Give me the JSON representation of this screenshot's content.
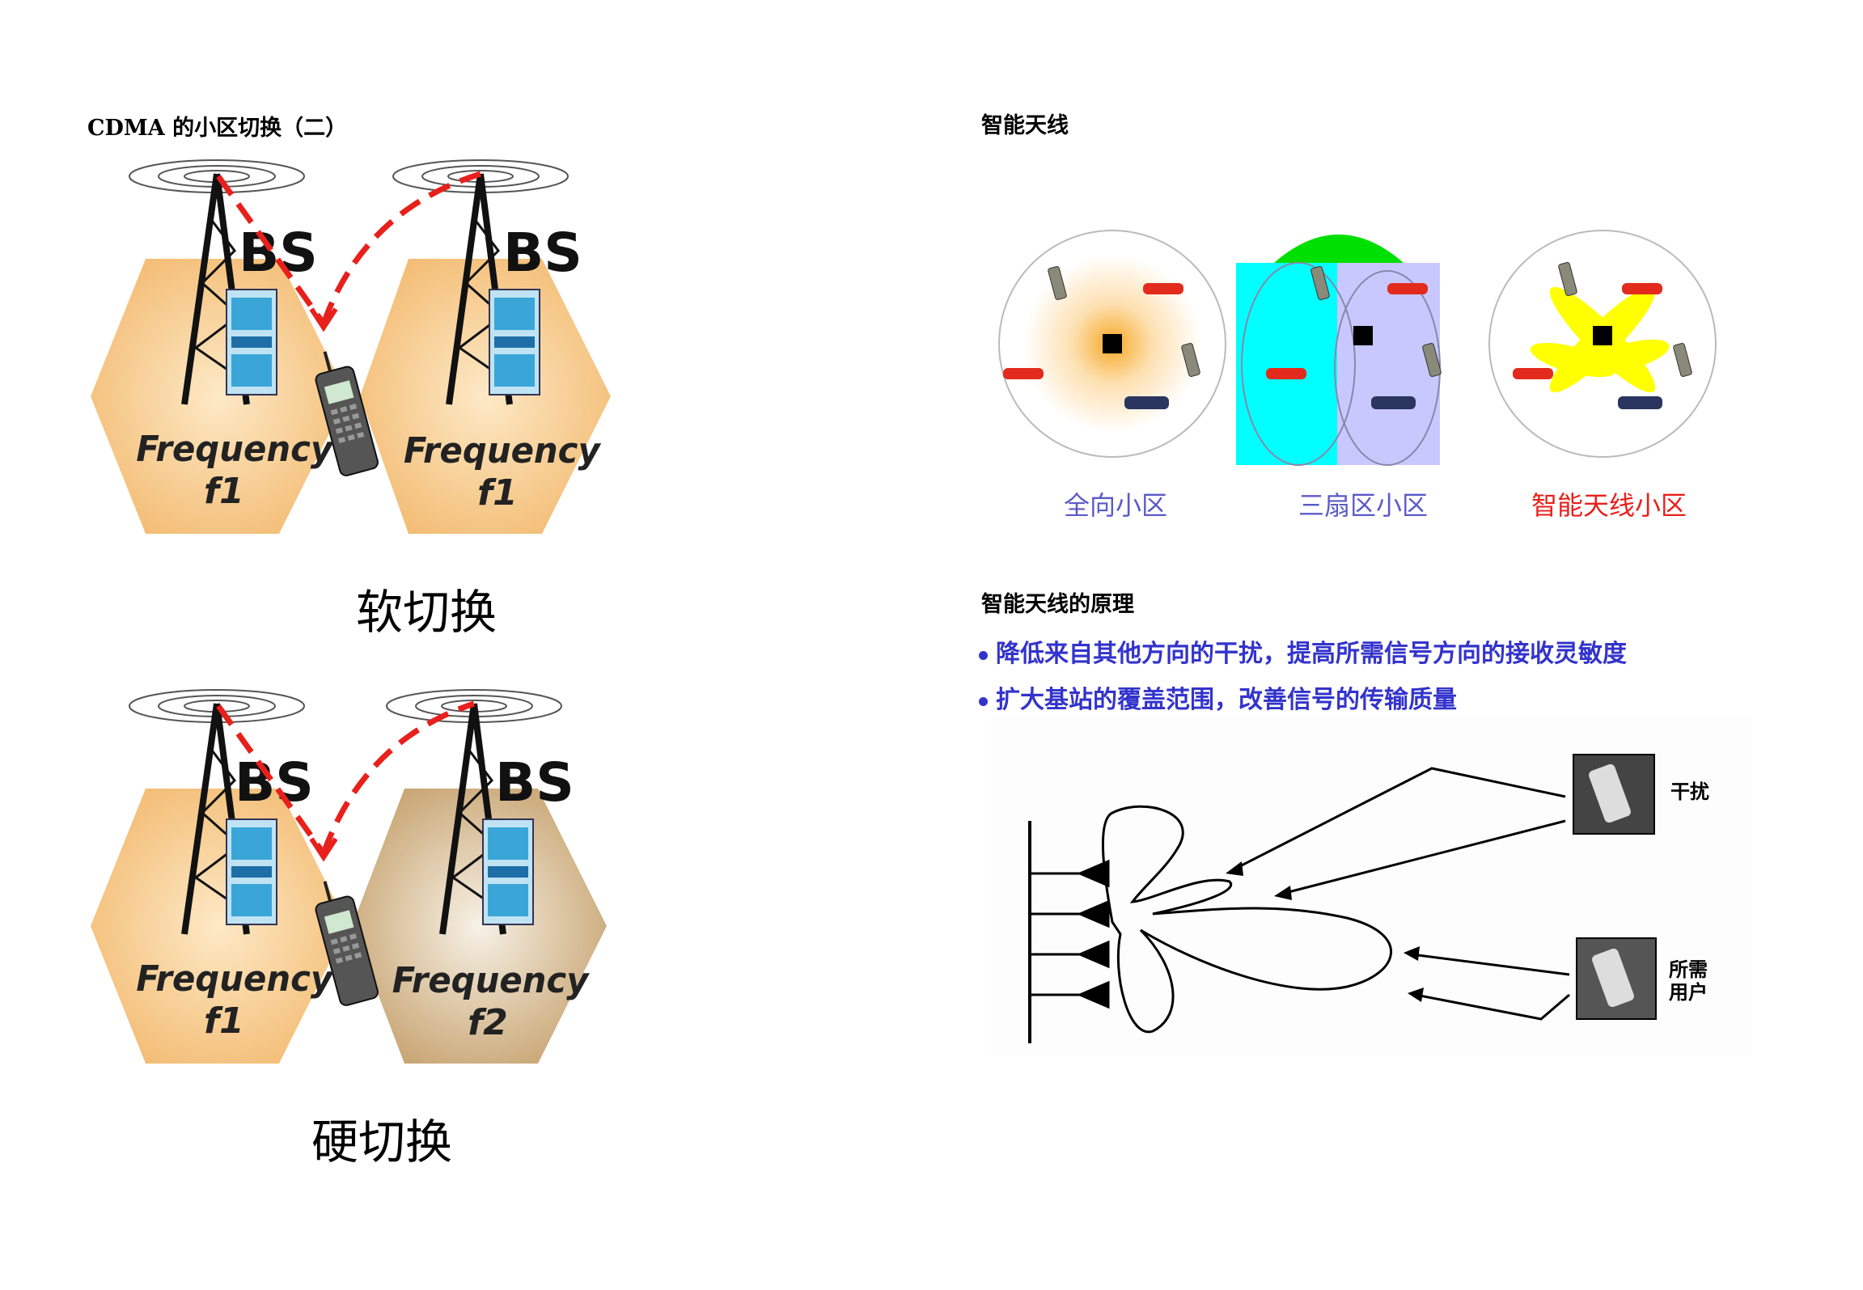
{
  "left": {
    "title": "CDMA 的小区切换（二）",
    "soft": {
      "caption": "软切换",
      "bs_left": "BS",
      "bs_right": "BS",
      "freq_word": "Frequency",
      "cell_left_freq": "f1",
      "cell_right_freq": "f1"
    },
    "hard": {
      "caption": "硬切换",
      "bs_left": "BS",
      "bs_right": "BS",
      "freq_word": "Frequency",
      "cell_left_freq": "f1",
      "cell_right_freq": "f2"
    }
  },
  "right": {
    "title": "智能天线",
    "cells": {
      "omni": "全向小区",
      "sector": "三扇区小区",
      "smart": "智能天线小区"
    },
    "principle_title": "智能天线的原理",
    "bullets": [
      "降低来自其他方向的干扰，提高所需信号方向的接收灵敏度",
      "扩大基站的覆盖范围，改善信号的传输质量"
    ],
    "labels": {
      "interference": "干扰",
      "desired_line1": "所需",
      "desired_line2": "用户"
    }
  },
  "colors": {
    "hex_orange": "#f6c37d",
    "hex_tan": "#c9a97a",
    "signal_red": "#e8201c",
    "caption_blue": "#5a5ac8",
    "caption_red": "#e8201c",
    "bullet_blue": "#3333cc",
    "sector_cyan": "#00ffff",
    "sector_lavender": "#c8c8ff",
    "sector_green": "#00e000",
    "smart_yellow": "#ffff00"
  }
}
